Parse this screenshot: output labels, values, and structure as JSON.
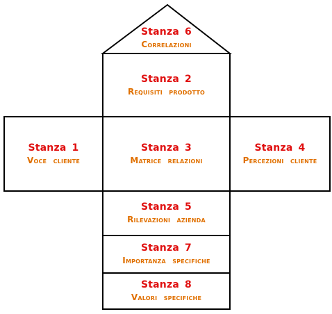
{
  "colors": {
    "title": "#e01010",
    "subtitle": "#e07000",
    "line": "#000000",
    "background": "#ffffff"
  },
  "rooms": {
    "r1": {
      "title": "Stanza 1",
      "subtitle": "Voce cliente"
    },
    "r2": {
      "title": "Stanza 2",
      "subtitle": "Requisiti prodotto"
    },
    "r3": {
      "title": "Stanza 3",
      "subtitle": "Matrice relazioni"
    },
    "r4": {
      "title": "Stanza 4",
      "subtitle": "Percezioni cliente"
    },
    "r5": {
      "title": "Stanza 5",
      "subtitle": "Rilevazioni azienda"
    },
    "r6": {
      "title": "Stanza 6",
      "subtitle": "Correlazioni"
    },
    "r7": {
      "title": "Stanza 7",
      "subtitle": "Importanza specifiche"
    },
    "r8": {
      "title": "Stanza 8",
      "subtitle": "Valori specifiche"
    }
  }
}
